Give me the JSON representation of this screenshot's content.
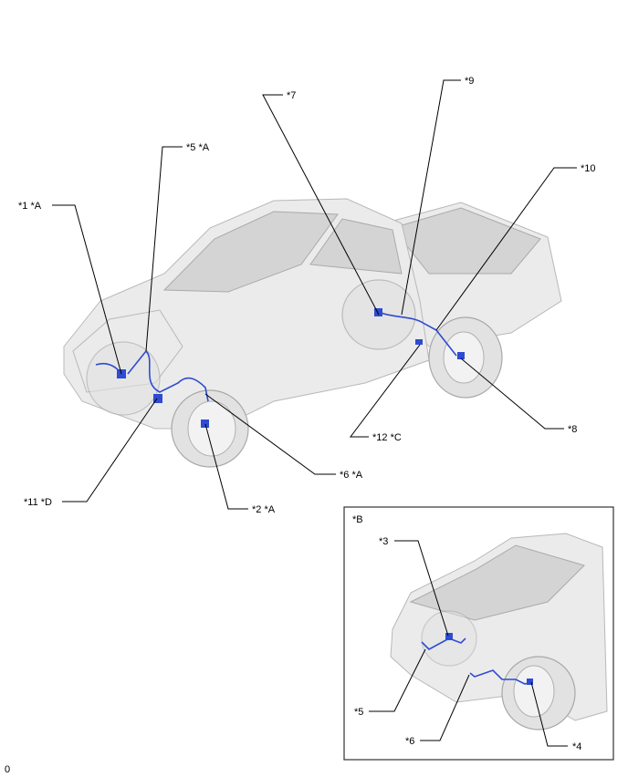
{
  "main_diagram": {
    "callouts": [
      {
        "id": "c1",
        "text": "*1 *A"
      },
      {
        "id": "c5",
        "text": "*5 *A"
      },
      {
        "id": "c7",
        "text": "*7"
      },
      {
        "id": "c9",
        "text": "*9"
      },
      {
        "id": "c10",
        "text": "*10"
      },
      {
        "id": "c8",
        "text": "*8"
      },
      {
        "id": "c12",
        "text": "*12 *C"
      },
      {
        "id": "c6",
        "text": "*6 *A"
      },
      {
        "id": "c2",
        "text": "*2 *A"
      },
      {
        "id": "c11",
        "text": "*11 *D"
      }
    ]
  },
  "inset": {
    "title": "*B",
    "callouts": [
      {
        "id": "i3",
        "text": "*3"
      },
      {
        "id": "i5",
        "text": "*5"
      },
      {
        "id": "i6",
        "text": "*6"
      },
      {
        "id": "i4",
        "text": "*4"
      }
    ]
  },
  "figure_code": "0",
  "colors": {
    "wire": "#2e4bd1",
    "body": "#ebebeb"
  }
}
